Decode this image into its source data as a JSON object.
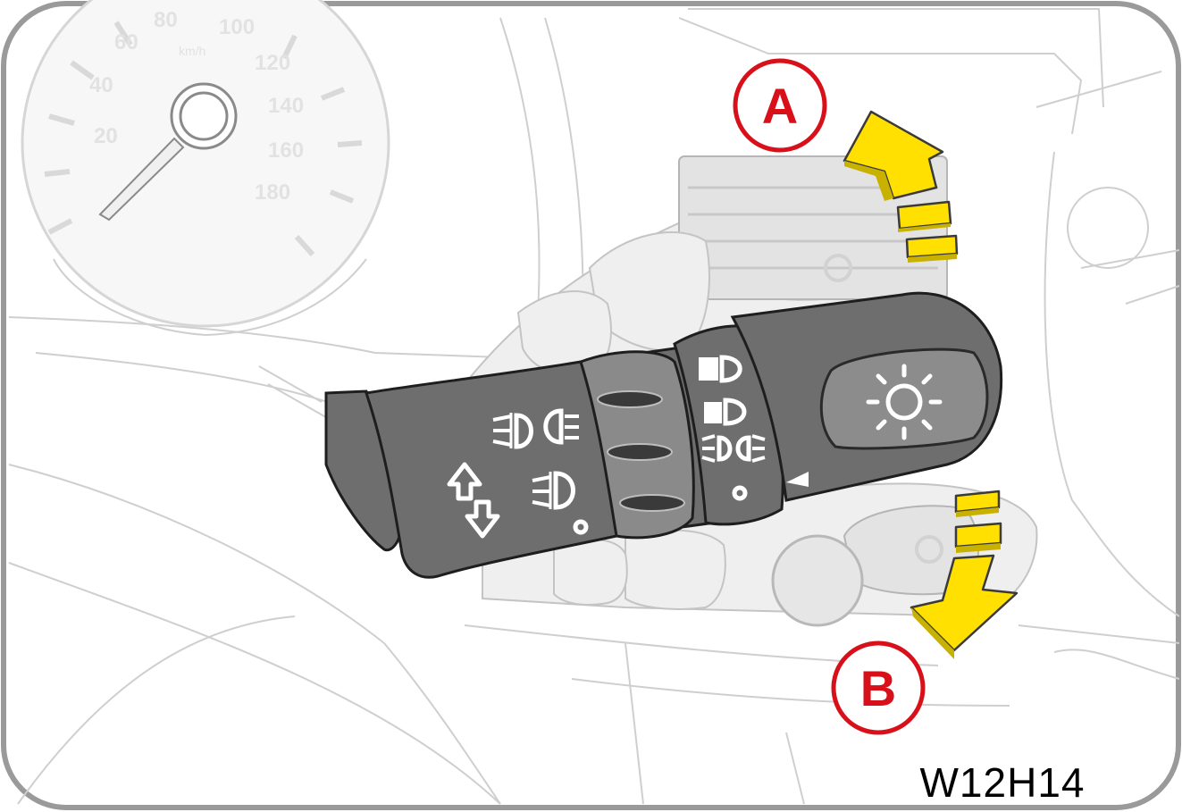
{
  "figure": {
    "code": "W12H14",
    "callouts": [
      {
        "letter": "A"
      },
      {
        "letter": "B"
      }
    ]
  },
  "speedometer": {
    "unit": "km/h",
    "scale": [
      "20",
      "40",
      "60",
      "80",
      "100",
      "120",
      "140",
      "160",
      "180"
    ]
  },
  "colors": {
    "callout_red": "#d8101a",
    "arrow_yellow": "#ffe000",
    "stalk_gray": "#6e6e6e"
  },
  "icons": [
    "headlamp-icon",
    "fog-front-icon",
    "fog-rear-icon",
    "parking-light-icon",
    "turn-signal-up-icon",
    "turn-signal-down-icon",
    "main-beam-icon",
    "dipped-beam-icon"
  ]
}
